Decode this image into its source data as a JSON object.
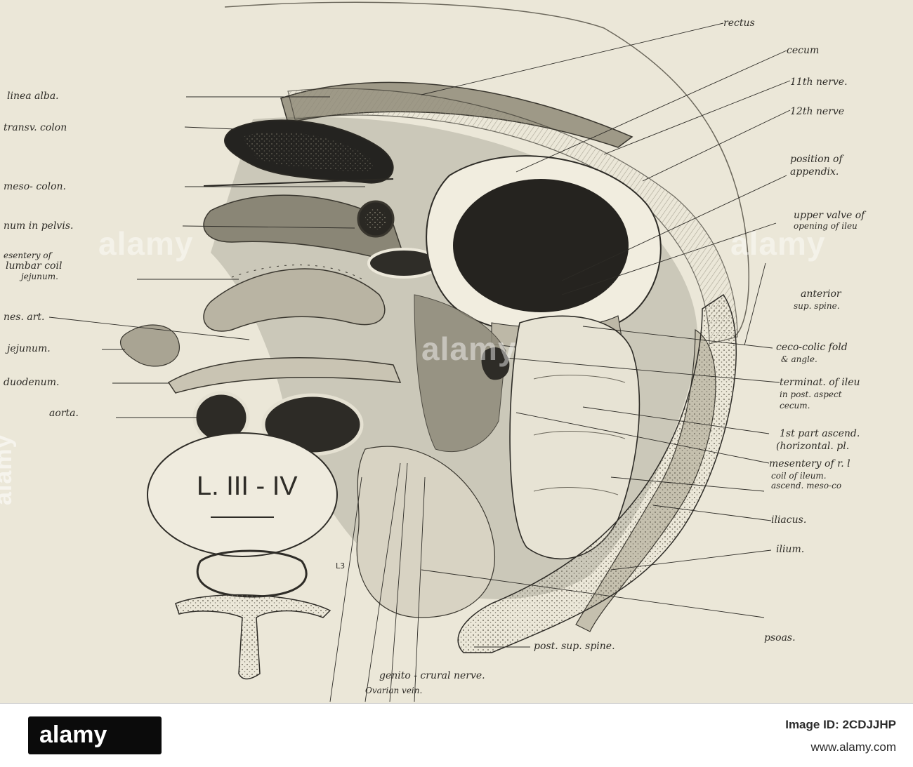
{
  "plate": {
    "labels": [
      {
        "key": "rectus",
        "text": "rectus"
      },
      {
        "key": "cecum",
        "text": "cecum"
      },
      {
        "key": "linea-alba",
        "text": "linea alba."
      },
      {
        "key": "eleventh-nerve",
        "text": "11th nerve."
      },
      {
        "key": "transv-colon",
        "text": "transv. colon"
      },
      {
        "key": "twelfth-nerve",
        "text": "12th nerve"
      },
      {
        "key": "meso-colon",
        "text": "meso- colon."
      },
      {
        "key": "position-appendix-1",
        "text": "position of"
      },
      {
        "key": "position-appendix-2",
        "text": "appendix."
      },
      {
        "key": "jejunum-pelvis",
        "text": "num in pelvis."
      },
      {
        "key": "upper-valve-1",
        "text": "upper valve of"
      },
      {
        "key": "upper-valve-2",
        "text": "opening of ileu"
      },
      {
        "key": "mesentery-1",
        "text": "esentery of"
      },
      {
        "key": "mesentery-2",
        "text": "lumbar coil"
      },
      {
        "key": "mesentery-3",
        "text": "jejunum."
      },
      {
        "key": "anterior-1",
        "text": "anterior"
      },
      {
        "key": "anterior-2",
        "text": "sup. spine."
      },
      {
        "key": "mes-art",
        "text": "nes. art."
      },
      {
        "key": "jejunum",
        "text": "jejunum."
      },
      {
        "key": "ceco-colic-1",
        "text": "ceco-colic fold"
      },
      {
        "key": "ceco-colic-2",
        "text": "& angle."
      },
      {
        "key": "duodenum",
        "text": "duodenum."
      },
      {
        "key": "terminat-1",
        "text": "terminat. of ileu"
      },
      {
        "key": "terminat-2",
        "text": "in post. aspect"
      },
      {
        "key": "terminat-3",
        "text": "cecum."
      },
      {
        "key": "aorta",
        "text": "aorta."
      },
      {
        "key": "first-part-1",
        "text": "1st part ascend."
      },
      {
        "key": "first-part-2",
        "text": "(horizontal. pl."
      },
      {
        "key": "mes-r-1",
        "text": "mesentery of r. l"
      },
      {
        "key": "mes-r-2",
        "text": "coil of ileum."
      },
      {
        "key": "ascend-meso",
        "text": "ascend. meso-co"
      },
      {
        "key": "iliacus",
        "text": "iliacus."
      },
      {
        "key": "ilium",
        "text": "ilium."
      },
      {
        "key": "psoas",
        "text": "psoas."
      },
      {
        "key": "post-sup-spine",
        "text": "post. sup. spine."
      },
      {
        "key": "genito-crural",
        "text": "genito - crural nerve."
      },
      {
        "key": "ovarian-vein",
        "text": "Ovarian vein."
      }
    ],
    "vertebra_label": "L. III - IV",
    "small_tag": "L3",
    "watermark_vertical": "alamy",
    "watermarks": [
      "alamy",
      "alamy",
      "alamy"
    ]
  },
  "footer": {
    "logo_text": "alamy",
    "image_id": "Image ID: 2CDJJHP",
    "site": "www.alamy.com"
  },
  "colors": {
    "paper": "#ebe7d8",
    "ink": "#2e2c27",
    "footer": "#ffffff"
  }
}
